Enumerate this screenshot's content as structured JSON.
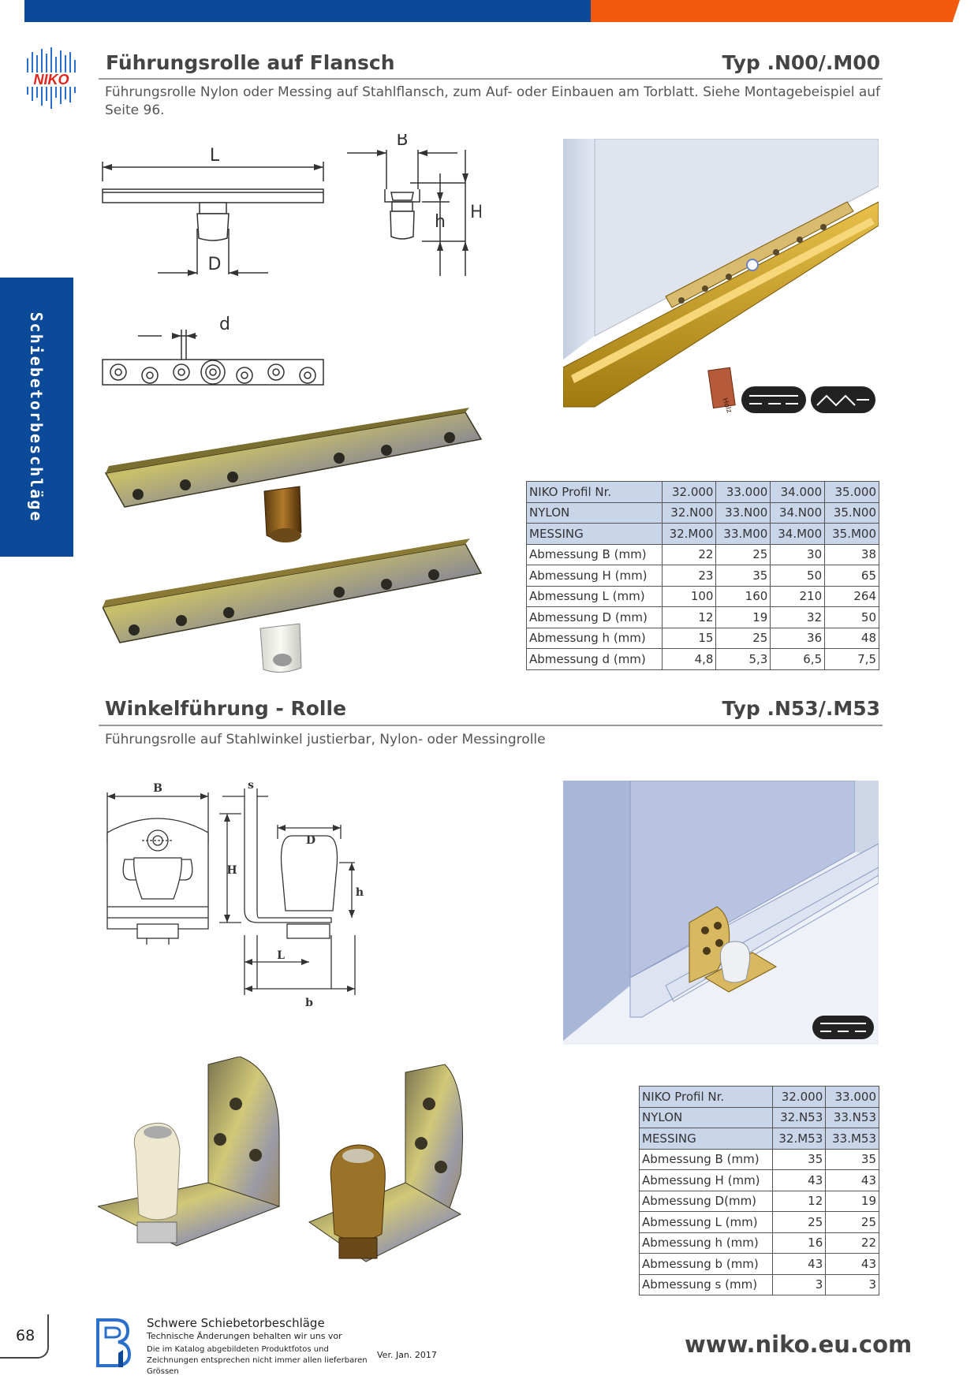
{
  "brand": {
    "logo_text": "NIKO",
    "colors": {
      "blue": "#0a4a99",
      "orange": "#f25a0d"
    }
  },
  "side_tab": "Schiebetorbeschläge",
  "section1": {
    "title": "Führungsrolle auf Flansch",
    "type": "Typ .N00/.M00",
    "description": "Führungsrolle Nylon oder Messing auf Stahlflansch, zum Auf- oder Einbauen am Torblatt. Siehe Montagebeispiel auf Seite 96.",
    "drawing_labels": {
      "L": "L",
      "D": "D",
      "B": "B",
      "h": "h",
      "H": "H",
      "d": "d"
    },
    "holz_label": "Holz",
    "table": {
      "rows": [
        [
          "NIKO Profil Nr.",
          "32.000",
          "33.000",
          "34.000",
          "35.000"
        ],
        [
          "NYLON",
          "32.N00",
          "33.N00",
          "34.N00",
          "35.N00"
        ],
        [
          "MESSING",
          "32.M00",
          "33.M00",
          "34.M00",
          "35.M00"
        ],
        [
          "Abmessung B (mm)",
          "22",
          "25",
          "30",
          "38"
        ],
        [
          "Abmessung H (mm)",
          "23",
          "35",
          "50",
          "65"
        ],
        [
          "Abmessung L (mm)",
          "100",
          "160",
          "210",
          "264"
        ],
        [
          "Abmessung D (mm)",
          "12",
          "19",
          "32",
          "50"
        ],
        [
          "Abmessung h (mm)",
          "15",
          "25",
          "36",
          "48"
        ],
        [
          "Abmessung d (mm)",
          "4,8",
          "5,3",
          "6,5",
          "7,5"
        ]
      ]
    }
  },
  "section2": {
    "title": "Winkelführung - Rolle",
    "type": "Typ .N53/.M53",
    "description": "Führungsrolle auf Stahlwinkel justierbar, Nylon- oder Messingrolle",
    "drawing_labels": {
      "B": "B",
      "s": "s",
      "D": "D",
      "H": "H",
      "h": "h",
      "L": "L",
      "b": "b"
    },
    "table": {
      "rows": [
        [
          "NIKO Profil Nr.",
          "32.000",
          "33.000"
        ],
        [
          "NYLON",
          "32.N53",
          "33.N53"
        ],
        [
          "MESSING",
          "32.M53",
          "33.M53"
        ],
        [
          "Abmessung B (mm)",
          "35",
          "35"
        ],
        [
          "Abmessung H (mm)",
          "43",
          "43"
        ],
        [
          "Abmessung D(mm)",
          "12",
          "19"
        ],
        [
          "Abmessung L (mm)",
          "25",
          "25"
        ],
        [
          "Abmessung h (mm)",
          "16",
          "22"
        ],
        [
          "Abmessung b (mm)",
          "43",
          "43"
        ],
        [
          "Abmessung s (mm)",
          "3",
          "3"
        ]
      ]
    }
  },
  "footer": {
    "page": "68",
    "title": "Schwere Schiebetorbeschläge",
    "subtitle": "Technische Änderungen behalten wir uns vor",
    "note": "Die im Katalog abgebildeten Produktfotos und Zeichnungen entsprechen nicht immer allen lieferbaren Grössen",
    "version": "Ver. Jan. 2017",
    "url": "www.niko.eu.com"
  }
}
